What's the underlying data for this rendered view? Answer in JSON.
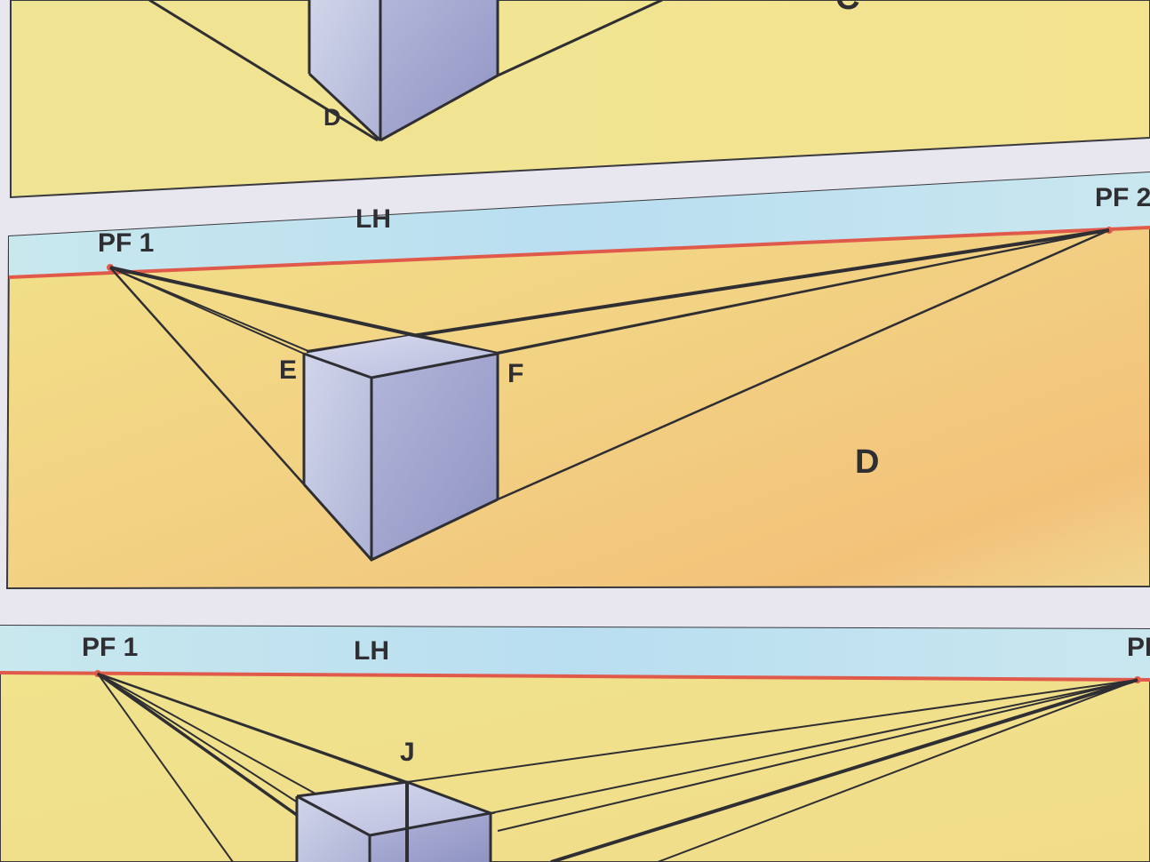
{
  "panel_top": {
    "panel_letter": "C",
    "point_label": "D"
  },
  "panel_middle": {
    "vanishing_point_left": "PF 1",
    "vanishing_point_right": "PF 2",
    "horizon_label": "LH",
    "point_left": "E",
    "point_right": "F",
    "panel_letter": "D"
  },
  "panel_bottom": {
    "vanishing_point_left": "PF 1",
    "vanishing_point_right": "PF",
    "horizon_label": "LH",
    "point_top": "J"
  },
  "colors": {
    "paper": "#e8e6ee",
    "panel_yellow": "#f1e58c",
    "panel_warm": "#f0c27a",
    "sky_band": "#bfe3ee",
    "horizon_line": "#e05a4c",
    "cube_face_left": "#c6cbe4",
    "cube_face_right": "#9fa3cc",
    "ink": "#2f2f33"
  }
}
